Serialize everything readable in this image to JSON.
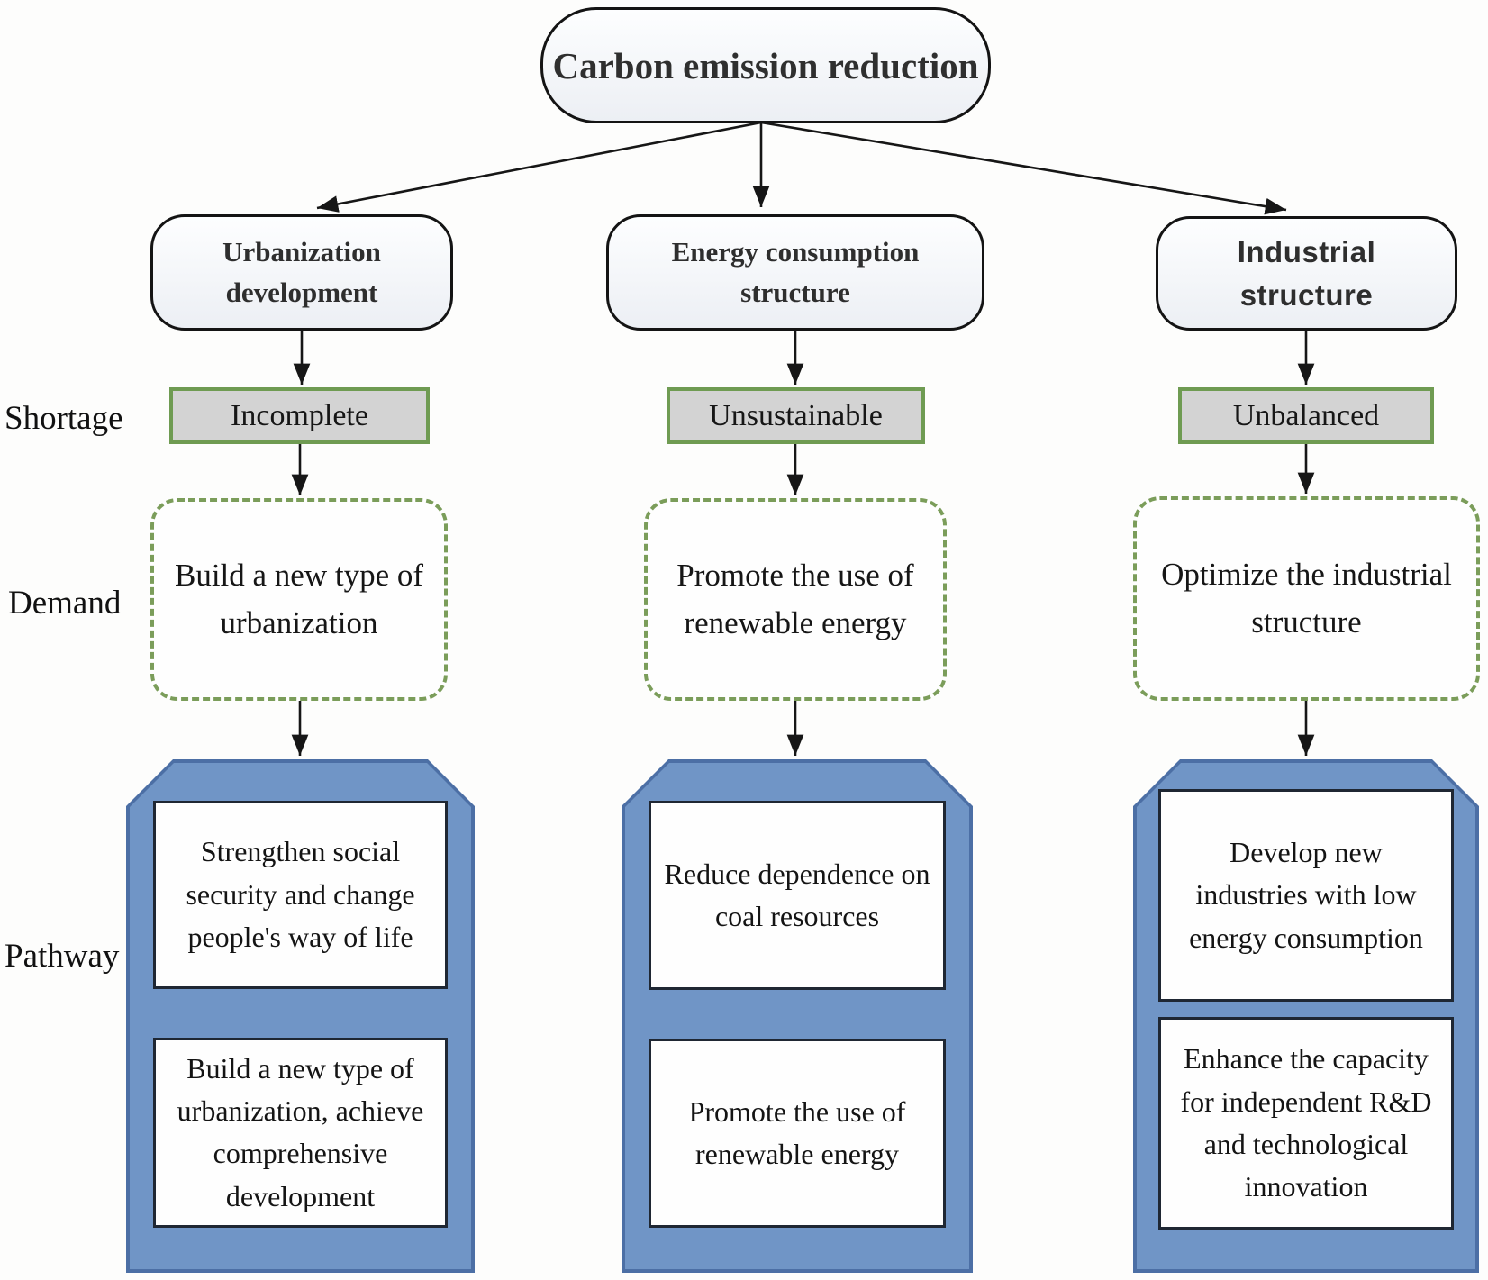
{
  "diagram": {
    "type": "flowchart",
    "title": "Carbon emission reduction",
    "row_labels": {
      "shortage": "Shortage",
      "demand": "Demand",
      "pathway": "Pathway"
    },
    "columns": [
      {
        "header": "Urbanization development",
        "shortage": "Incomplete",
        "demand": "Build a new type of urbanization",
        "pathways": [
          "Strengthen social security and change people's way of life",
          "Build a new type of urbanization, achieve comprehensive development"
        ]
      },
      {
        "header": "Energy consumption structure",
        "shortage": "Unsustainable",
        "demand": "Promote the use of renewable energy",
        "pathways": [
          "Reduce dependence on coal resources",
          "Promote the use of renewable energy"
        ]
      },
      {
        "header": "Industrial structure",
        "shortage": "Unbalanced",
        "demand": "Optimize the industrial structure",
        "pathways": [
          "Develop new industries with low energy consumption",
          "Enhance the capacity for independent R&D and technological innovation"
        ]
      }
    ],
    "colors": {
      "blue-fill": "#7095c6",
      "blue-border": "#4c6fa5",
      "green-border": "#6f9b52",
      "dash-green": "#7b9d5a",
      "gray-fill": "#d3d3d3"
    }
  }
}
